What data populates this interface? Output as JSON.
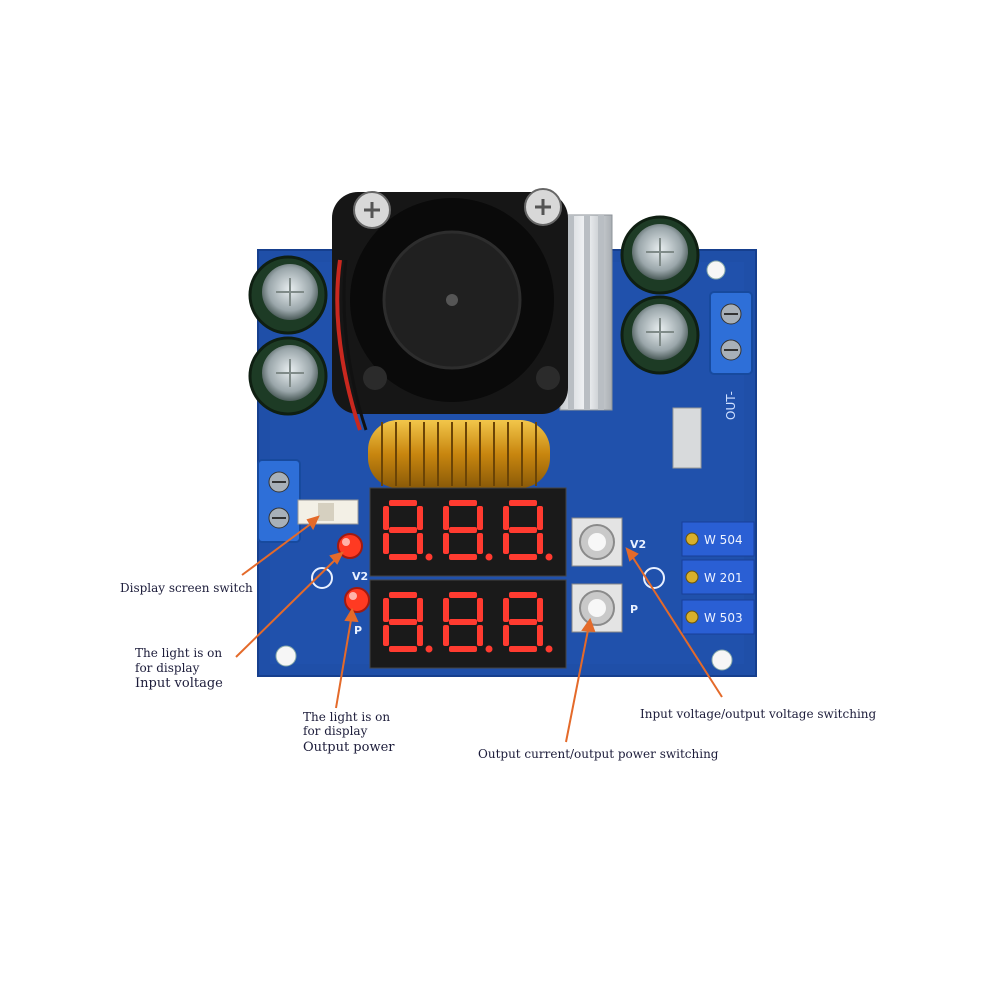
{
  "board": {
    "label_out": "OUT-",
    "led_label_v2": "V2",
    "led_label_p": "P",
    "button_label_v2": "V2",
    "button_label_p": "P",
    "pot_labels": [
      "W 504",
      "W 201",
      "W 503"
    ],
    "display_digits": [
      "8.8.8.",
      "8.8.8."
    ]
  },
  "annotations": {
    "display_switch": "Display screen switch",
    "light_input_line1": "The light is on",
    "light_input_line2": "for display",
    "light_input_line3": "Input voltage",
    "light_output_line1": "The light is on",
    "light_output_line2": "for display",
    "light_output_line3": "Output power",
    "input_output_switch": "Input voltage/output voltage switching",
    "current_power_switch": "Output current/output power switching"
  },
  "colors": {
    "pcb": "#1f4fa8",
    "pcb_dark": "#143a82",
    "terminal": "#2e6fd8",
    "segment_on": "#ff3b30",
    "segment_off": "#3a0f0f",
    "arrow": "#e46a2a",
    "text": "#1c1c3a",
    "coil": "#d89a1c"
  },
  "icons": [
    "fan-icon",
    "heatsink-icon",
    "capacitor-icon",
    "inductor-coil-icon",
    "screw-terminal-icon",
    "led-icon",
    "push-button-icon",
    "potentiometer-icon"
  ]
}
